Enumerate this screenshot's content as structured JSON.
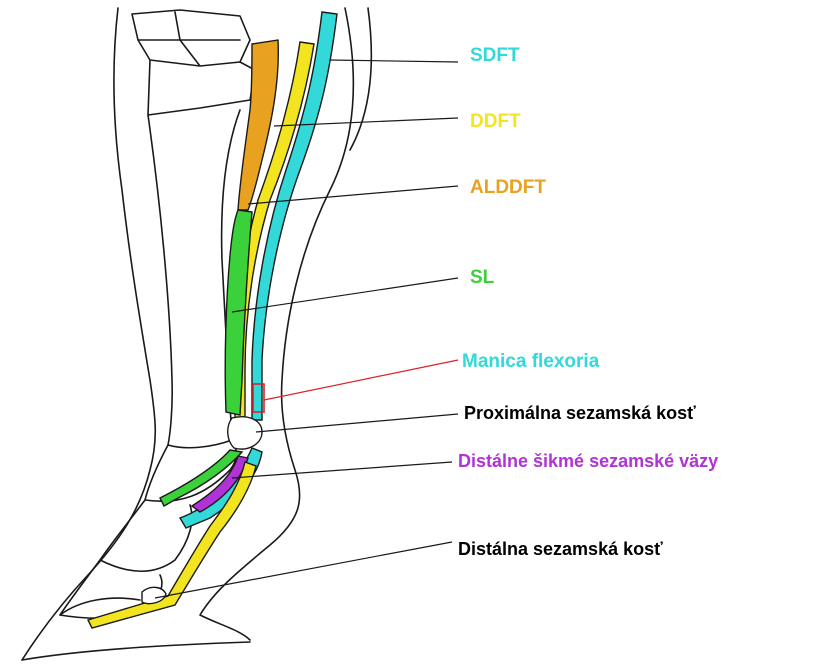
{
  "labels": {
    "sdft": "SDFT",
    "ddft": "DDFT",
    "alddft": "ALDDFT",
    "sl": "SL",
    "manica": "Manica flexoria",
    "proximal_sesamoid": "Proximálna sezamská kosť",
    "distal_oblique": "Distálne šikmé sezamské väzy",
    "distal_sesamoid": "Distálna sezamská kosť"
  },
  "colors": {
    "sdft": "#33d9d9",
    "ddft": "#f2e51f",
    "alddft": "#e8a21f",
    "sl": "#3ad13a",
    "manica": "#33d9d9",
    "proximal_sesamoid": "#000000",
    "distal_oblique": "#b132d6",
    "distal_sesamoid": "#000000",
    "manica_box": "#d9232a",
    "outline": "#1a1a1a"
  }
}
